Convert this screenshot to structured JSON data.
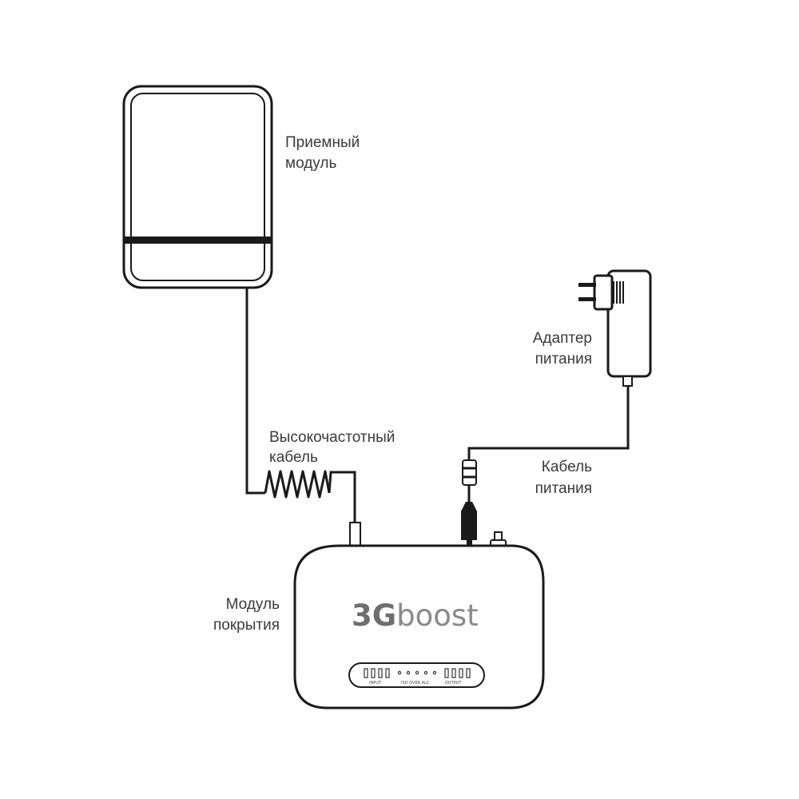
{
  "labels": {
    "receiver_line1": "Приемный",
    "receiver_line2": "модуль",
    "adapter_line1": "Адаптер",
    "adapter_line2": "питания",
    "rf_cable_line1": "Высокочастотный",
    "rf_cable_line2": "кабель",
    "power_cable_line1": "Кабель",
    "power_cable_line2": "питания",
    "coverage_line1": "Модуль",
    "coverage_line2": "покрытия"
  },
  "brand": {
    "part1": "3G",
    "part2": "boost"
  },
  "panel": {
    "input": "INPUT",
    "modes": "ISO  OVER  ALC",
    "output": "OUTPUT"
  },
  "colors": {
    "line": "#1a1a1a",
    "label": "#3a3a3a",
    "brand": "#7a7a7a"
  }
}
